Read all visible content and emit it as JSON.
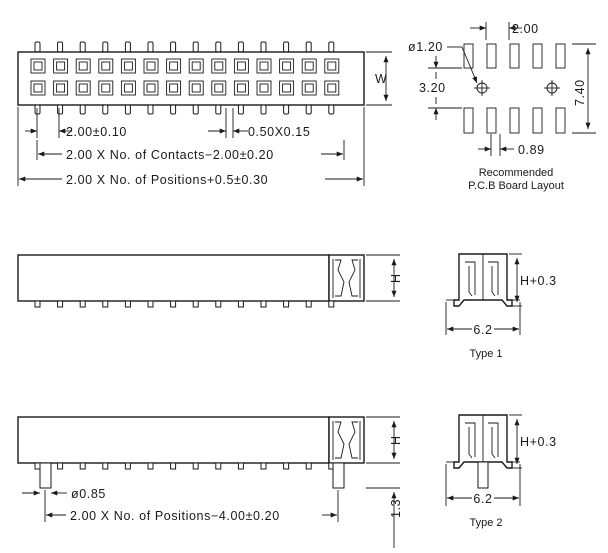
{
  "top_view": {
    "pitch_label": "2.00±0.10",
    "pin_size_label": "0.50X0.15",
    "contacts_length_label": "2.00 X No. of Contacts−2.00±0.20",
    "overall_length_label": "2.00 X No. of Positions+0.5±0.30",
    "width_label": "W"
  },
  "pcb_layout": {
    "pitch_label": "2.00",
    "hole_label": "ø1.20",
    "row_pitch_label": "3.20",
    "overall_label": "7.40",
    "pad_width_label": "0.89",
    "caption_line1": "Recommended",
    "caption_line2": "P.C.B Board Layout",
    "pad_columns": 5
  },
  "type1": {
    "height_label": "H",
    "end_height_label": "H+0.3",
    "end_width_label": "6.2",
    "caption": "Type 1"
  },
  "type2": {
    "height_label": "H",
    "end_height_label": "H+0.3",
    "end_width_label": "6.2",
    "peg_label": "ø0.85",
    "length_label": "2.00 X No. of Positions−4.00±0.20",
    "peg_length_label": "1.3",
    "caption": "Type 2"
  },
  "connector": {
    "positions_per_row": 14,
    "rows": 2
  }
}
